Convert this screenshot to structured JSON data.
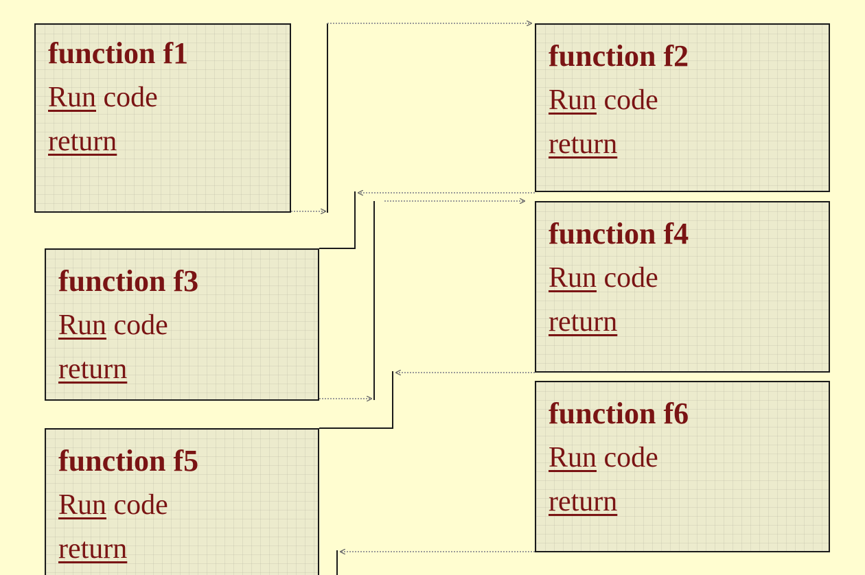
{
  "functions": [
    {
      "name": "function f1",
      "run": "Run",
      "code": " code",
      "ret": "return"
    },
    {
      "name": "function f2",
      "run": "Run",
      "code": " code",
      "ret": "return"
    },
    {
      "name": "function f3",
      "run": "Run",
      "code": " code",
      "ret": "return"
    },
    {
      "name": "function f4",
      "run": "Run",
      "code": " code",
      "ret": "return"
    },
    {
      "name": "function f5",
      "run": "Run",
      "code": " code",
      "ret": "return"
    },
    {
      "name": "function f6",
      "run": "Run",
      "code": " code",
      "ret": "return"
    }
  ],
  "colors": {
    "background": "#fffdd0",
    "box_fill": "#ecebcd",
    "text": "#7a1414",
    "line": "#1a1a1a",
    "arrow": "#888888"
  }
}
